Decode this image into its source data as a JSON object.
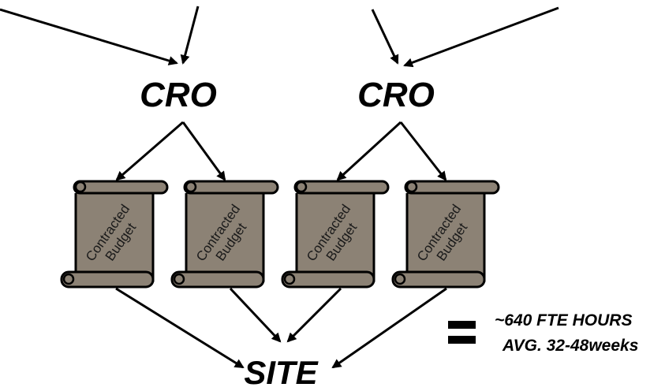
{
  "nodes": {
    "cro_left": "CRO",
    "cro_right": "CRO",
    "site": "SITE"
  },
  "scrolls": [
    {
      "line1": "Contracted",
      "line2": "Budget"
    },
    {
      "line1": "Contracted",
      "line2": "Budget"
    },
    {
      "line1": "Contracted",
      "line2": "Budget"
    },
    {
      "line1": "Contracted",
      "line2": "Budget"
    }
  ],
  "summary": {
    "equals_symbol": "=",
    "line1": "~640 FTE HOURS",
    "line2": "AVG. 32-48weeks"
  },
  "colors": {
    "scroll_fill": "#8c8275",
    "scroll_outline": "#000000",
    "arrow": "#000000"
  }
}
